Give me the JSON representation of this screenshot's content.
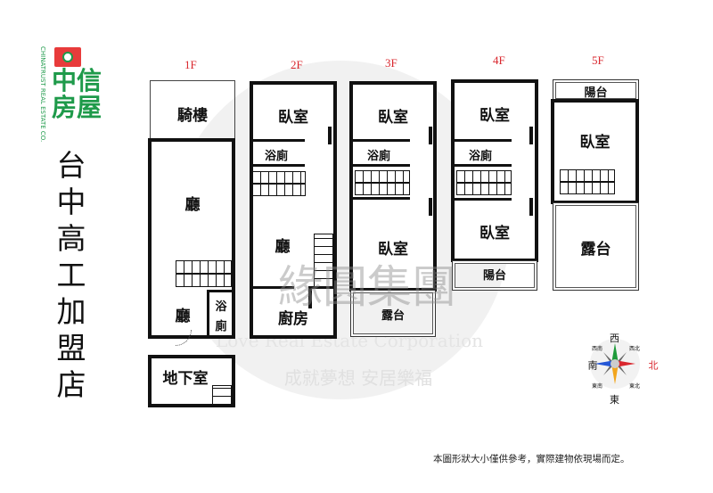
{
  "brand": {
    "name": "中信房屋",
    "english": "CHINATRUST REAL ESTATE CO.",
    "store": "台中高工加盟店",
    "color_green": "#1e9a4a",
    "color_red": "#e83b3b"
  },
  "watermark": {
    "title": "緣圓集團",
    "english": "Love Real Estate Corporation",
    "slogan": "成就夢想 安居樂福"
  },
  "floors": [
    {
      "label": "1F",
      "rooms": [
        "騎樓",
        "廳",
        "廳",
        "浴",
        "廁"
      ]
    },
    {
      "label": "2F",
      "rooms": [
        "臥室",
        "浴廁",
        "廳",
        "廚房"
      ]
    },
    {
      "label": "3F",
      "rooms": [
        "臥室",
        "浴廁",
        "臥室",
        "露台"
      ]
    },
    {
      "label": "4F",
      "rooms": [
        "臥室",
        "浴廁",
        "臥室",
        "陽台"
      ]
    },
    {
      "label": "5F",
      "rooms": [
        "陽台",
        "臥室",
        "露台"
      ]
    }
  ],
  "basement": {
    "label": "地下室"
  },
  "compass": {
    "n": "西",
    "s": "東",
    "w": "南",
    "e": "北",
    "nw": "西南",
    "ne": "西北",
    "sw": "東南",
    "se": "東北",
    "accent": "#d9272e"
  },
  "note": "本圖形狀大小僅供參考，實際建物依現場而定。",
  "floor_label_color": "#d9272e"
}
